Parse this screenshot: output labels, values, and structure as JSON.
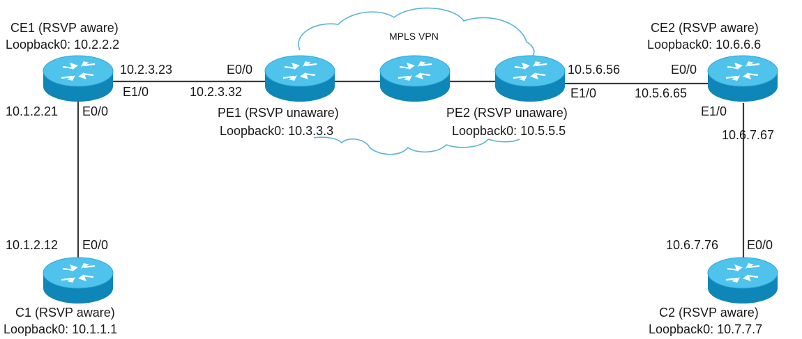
{
  "cloud": {
    "label": "MPLS VPN"
  },
  "routers": {
    "ce1": {
      "name": "CE1 (RSVP aware)",
      "loopback": "Loopback0: 10.2.2.2"
    },
    "pe1": {
      "name": "PE1 (RSVP unaware)",
      "loopback": "Loopback0: 10.3.3.3"
    },
    "p": {
      "name": "",
      "loopback": ""
    },
    "pe2": {
      "name": "PE2 (RSVP unaware)",
      "loopback": "Loopback0: 10.5.5.5"
    },
    "ce2": {
      "name": "CE2 (RSVP aware)",
      "loopback": "Loopback0: 10.6.6.6"
    },
    "c1": {
      "name": "C1 (RSVP aware)",
      "loopback": "Loopback0: 10.1.1.1"
    },
    "c2": {
      "name": "C2 (RSVP aware)",
      "loopback": "Loopback0: 10.7.7.7"
    }
  },
  "interfaces": {
    "ce1_to_pe1_ip": "10.2.3.23",
    "ce1_to_pe1_if": "E1/0",
    "pe1_to_ce1_if": "E0/0",
    "pe1_to_ce1_ip": "10.2.3.32",
    "ce1_to_c1_ip": "10.1.2.21",
    "ce1_to_c1_if": "E0/0",
    "c1_to_ce1_ip": "10.1.2.12",
    "c1_to_ce1_if": "E0/0",
    "pe2_to_ce2_ip": "10.5.6.56",
    "pe2_to_ce2_if": "E1/0",
    "ce2_to_pe2_if": "E0/0",
    "ce2_to_pe2_ip": "10.5.6.65",
    "ce2_to_c2_if": "E1/0",
    "ce2_to_c2_ip": "10.6.7.67",
    "c2_to_ce2_ip": "10.6.7.76",
    "c2_to_ce2_if": "E0/0"
  },
  "colors": {
    "router_top": "#4fc3ec",
    "router_side": "#0f86b8",
    "cloud_stroke": "#58b4d8",
    "link": "#3a3a3a"
  }
}
